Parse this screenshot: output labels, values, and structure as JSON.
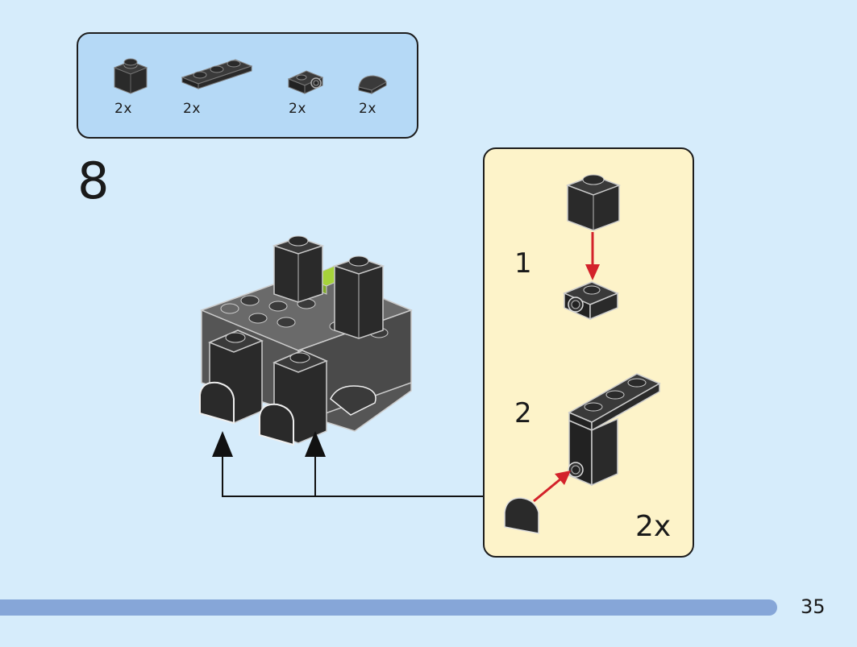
{
  "parts_list": {
    "items": [
      {
        "icon": "brick-1x1-black-icon",
        "quantity": "2x"
      },
      {
        "icon": "plate-1x3-black-icon",
        "quantity": "2x"
      },
      {
        "icon": "brick-1x1-side-stud-black-icon",
        "quantity": "2x"
      },
      {
        "icon": "tile-round-black-icon",
        "quantity": "2x"
      }
    ]
  },
  "step": {
    "number": "8"
  },
  "callout": {
    "substeps": [
      "1",
      "2"
    ],
    "quantity": "2x"
  },
  "footer": {
    "page_number": "35"
  },
  "colors": {
    "background": "#d6ecfb",
    "parts_box": "#b5d9f6",
    "callout_box": "#fdf3c9",
    "progress": "#86a6d8",
    "arrow_red": "#d3222a",
    "lime": "#a6d33a"
  }
}
